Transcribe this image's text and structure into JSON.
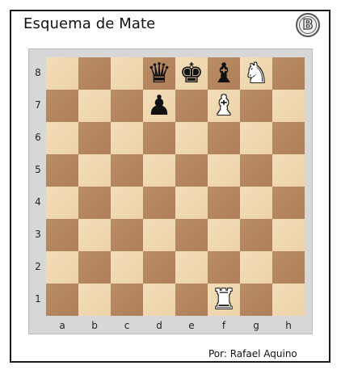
{
  "title": "Esquema de Mate",
  "logo_letter": "B",
  "author": "Por: Rafael Aquino",
  "board": {
    "files": [
      "a",
      "b",
      "c",
      "d",
      "e",
      "f",
      "g",
      "h"
    ],
    "ranks": [
      "8",
      "7",
      "6",
      "5",
      "4",
      "3",
      "2",
      "1"
    ],
    "light_color": "#f0d9b5",
    "dark_color": "#b58863",
    "pieces": [
      {
        "square": "d8",
        "color": "black",
        "type": "queen",
        "glyph": "♛"
      },
      {
        "square": "e8",
        "color": "black",
        "type": "king",
        "glyph": "♚"
      },
      {
        "square": "f8",
        "color": "black",
        "type": "bishop",
        "glyph": "♝"
      },
      {
        "square": "g8",
        "color": "white",
        "type": "knight",
        "glyph": "♞"
      },
      {
        "square": "d7",
        "color": "black",
        "type": "pawn",
        "glyph": "♟"
      },
      {
        "square": "f7",
        "color": "white",
        "type": "bishop",
        "glyph": "♝"
      },
      {
        "square": "f1",
        "color": "white",
        "type": "rook",
        "glyph": "♜"
      }
    ]
  }
}
